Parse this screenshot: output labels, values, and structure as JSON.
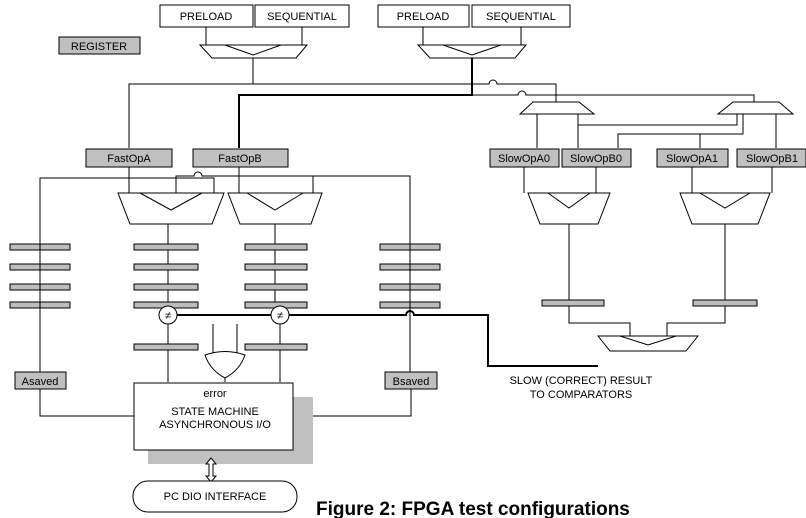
{
  "labels": {
    "register": "REGISTER",
    "preload": "PRELOAD",
    "sequential": "SEQUENTIAL",
    "fast_op_a": "FastOpA",
    "fast_op_b": "FastOpB",
    "slow_op_a0": "SlowOpA0",
    "slow_op_b0": "SlowOpB0",
    "slow_op_a1": "SlowOpA1",
    "slow_op_b1": "SlowOpB1",
    "a_saved": "Asaved",
    "b_saved": "Bsaved",
    "error": "error",
    "state_machine": "STATE MACHINE",
    "async_io": "ASYNCHRONOUS I/O",
    "pc_dio": "PC DIO INTERFACE",
    "slow_result_1": "SLOW (CORRECT) RESULT",
    "slow_result_2": "TO COMPARATORS",
    "not_equal": "≠"
  },
  "caption": "Figure 2: FPGA test configurations",
  "colors": {
    "register_fill": "#c0c0c0",
    "shadow": "#c0c0c0",
    "line": "#000000"
  }
}
